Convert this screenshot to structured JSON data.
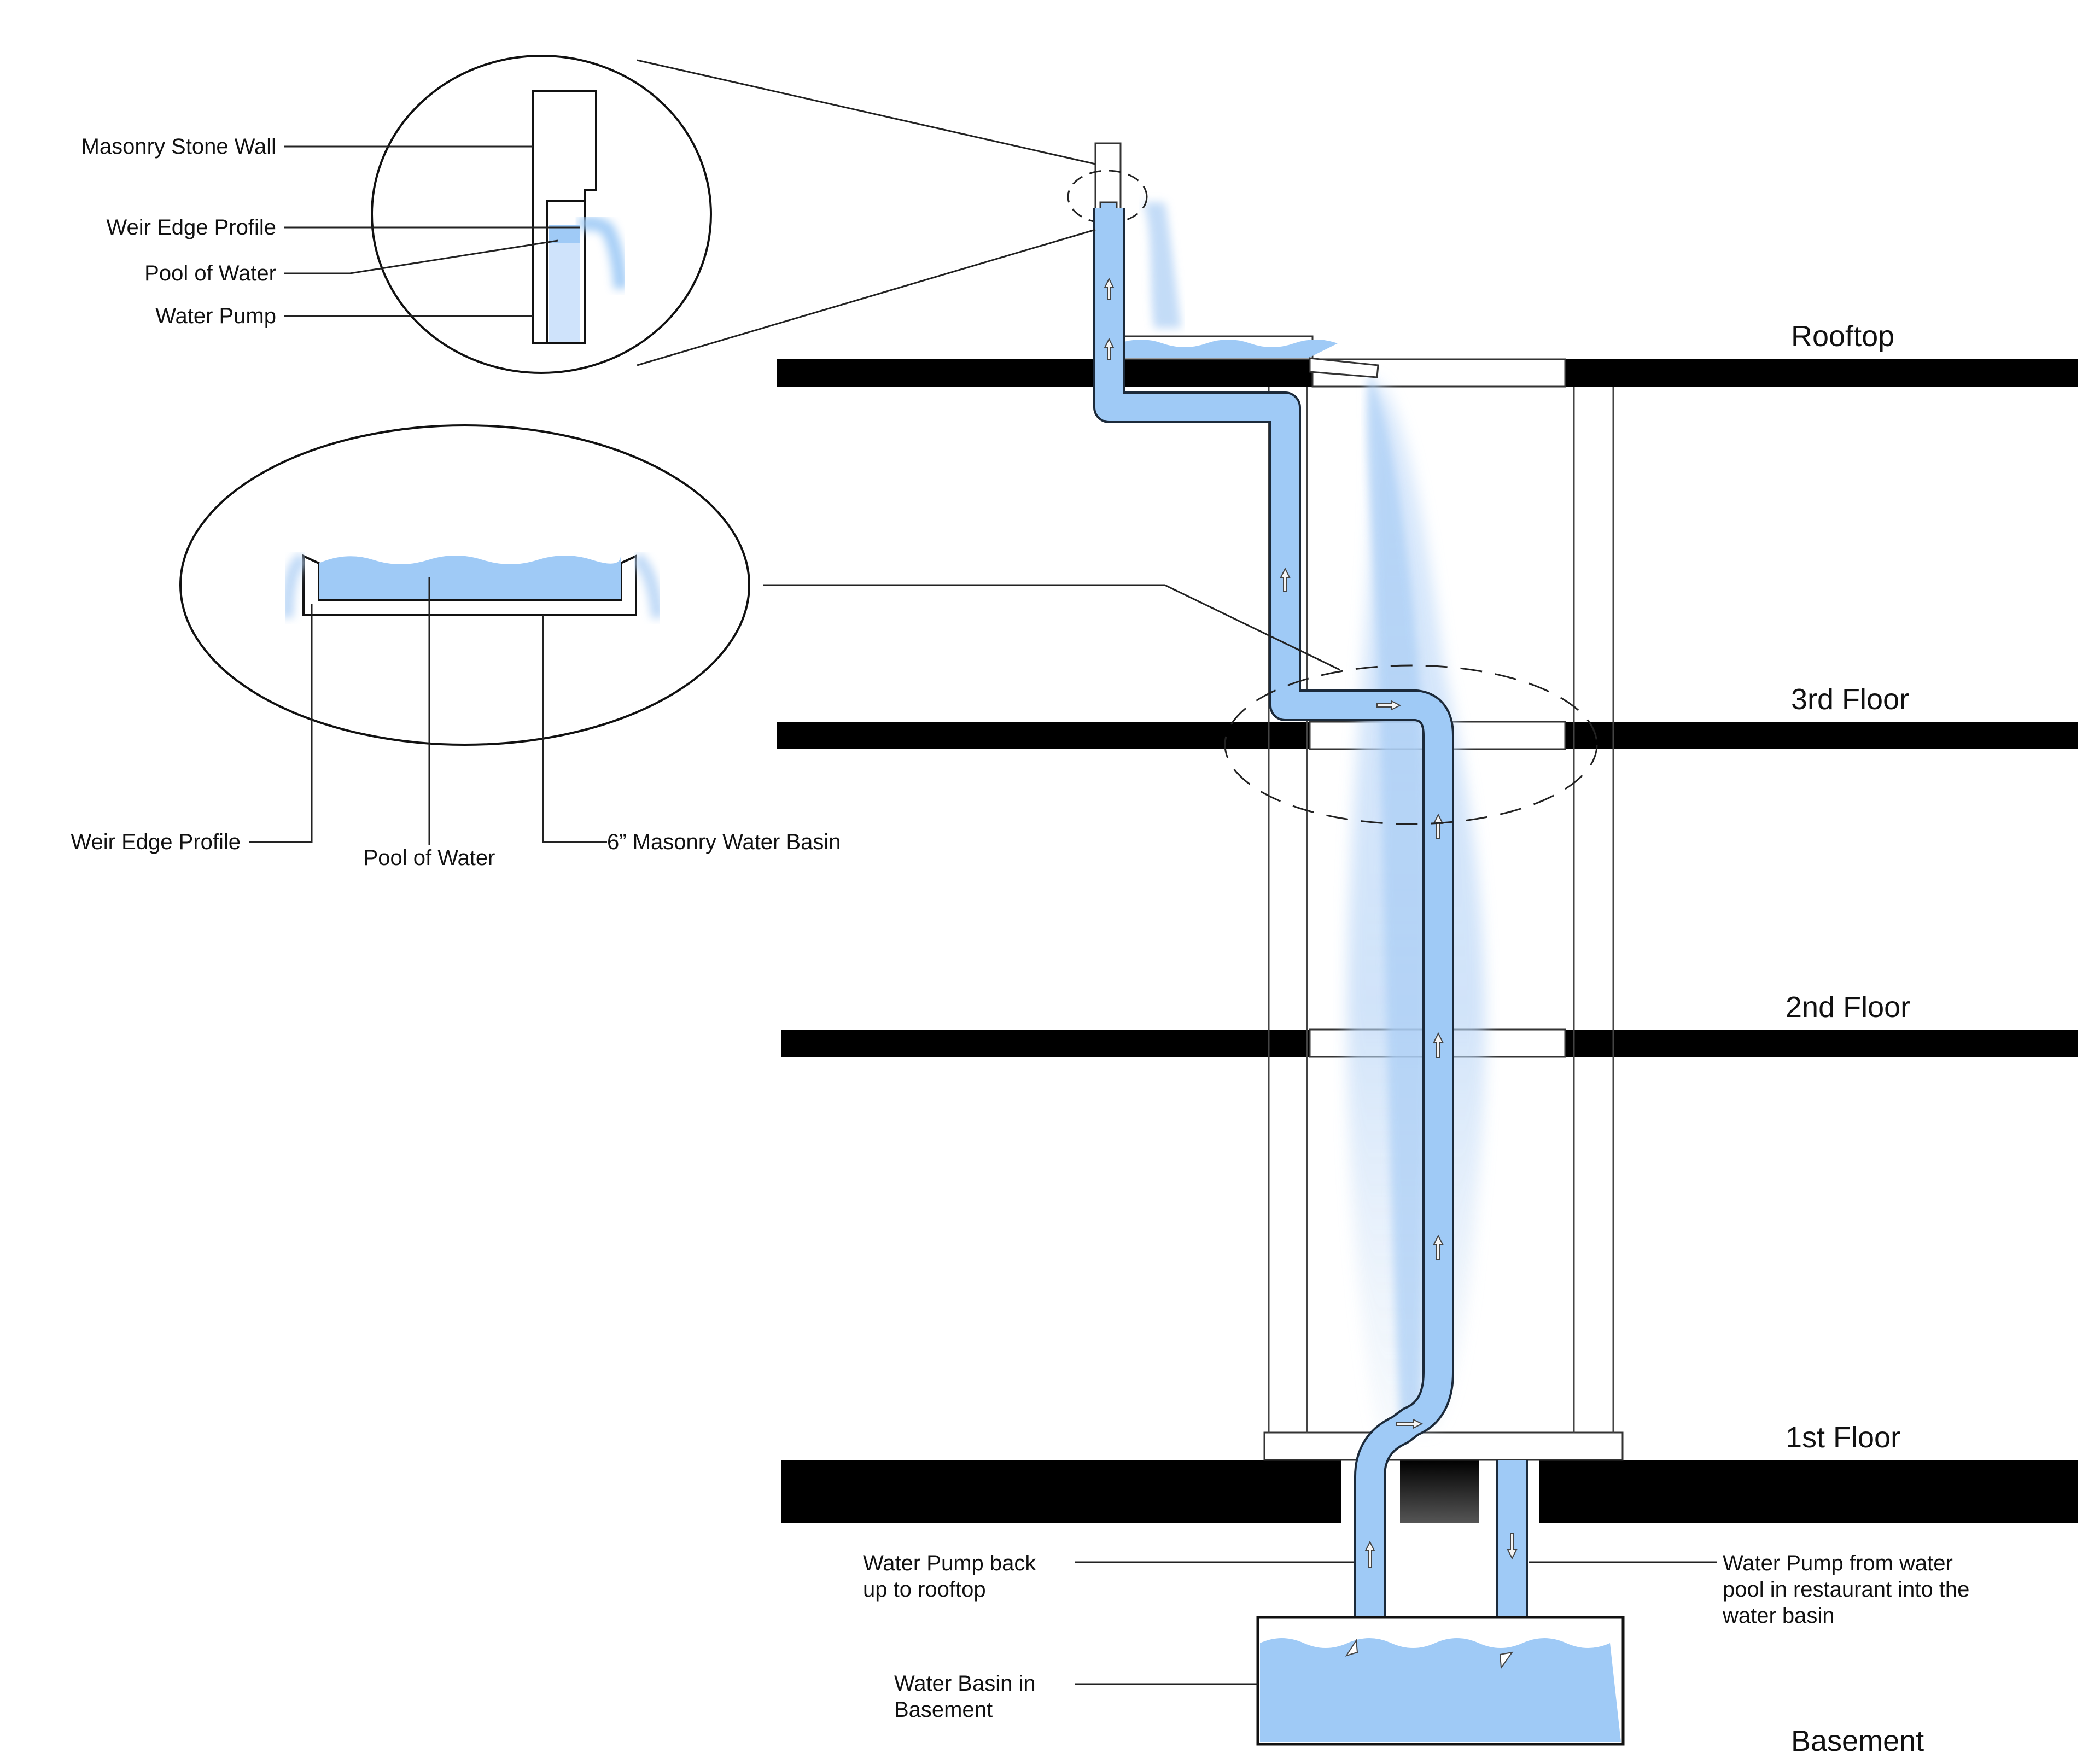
{
  "floors": {
    "rooftop": "Rooftop",
    "third": "3rd Floor",
    "second": "2nd Floor",
    "first": "1st Floor",
    "basement": "Basement"
  },
  "detail_top": {
    "masonry_wall": "Masonry Stone Wall",
    "weir_edge": "Weir Edge Profile",
    "pool": "Pool of Water",
    "pump": "Water Pump"
  },
  "detail_basin": {
    "weir_edge": "Weir Edge Profile",
    "pool": "Pool of Water",
    "basin": "6” Masonry Water Basin"
  },
  "callouts": {
    "pump_up_line1": "Water Pump back",
    "pump_up_line2": "up to rooftop",
    "pump_down_line1": "Water Pump from water",
    "pump_down_line2": "pool in restaurant into the",
    "pump_down_line3": "water basin",
    "basement_basin_line1": "Water Basin in",
    "basement_basin_line2": "Basement"
  },
  "colors": {
    "water": "#9fcaf6",
    "slab": "#000000",
    "pipe_outline": "#1c2a3a"
  }
}
